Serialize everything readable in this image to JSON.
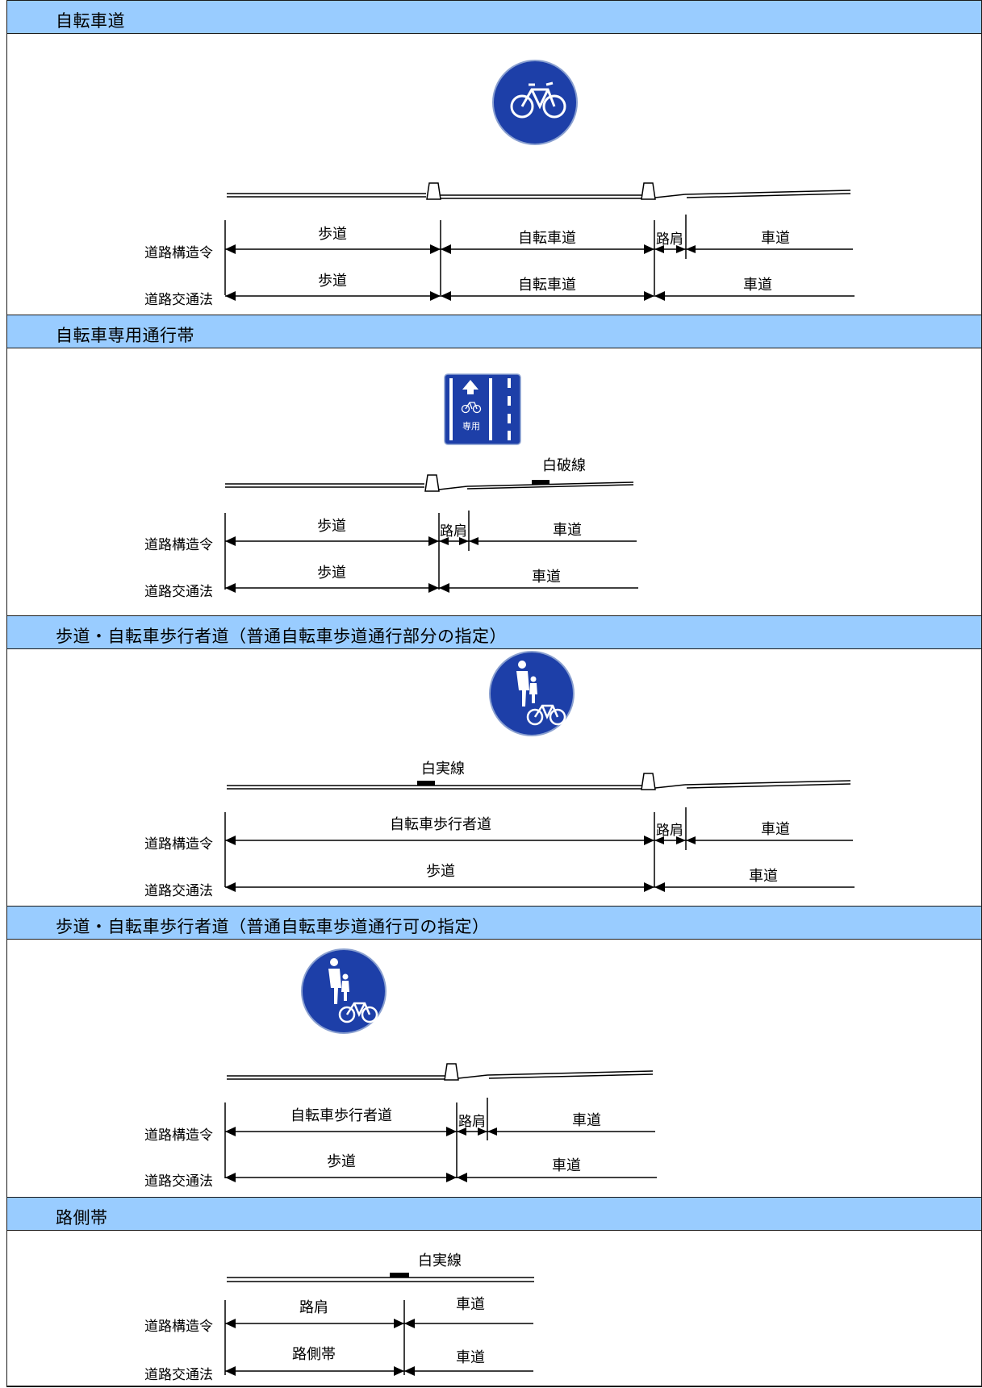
{
  "sections": [
    {
      "title": "自転車道"
    },
    {
      "title": "自転車専用通行帯"
    },
    {
      "title": "歩道・自転車歩行者道（普通自転車歩道通行部分の指定）"
    },
    {
      "title": "歩道・自転車歩行者道（普通自転車歩道通行可の指定）"
    },
    {
      "title": "路側帯"
    }
  ],
  "row_labels": {
    "structure_order": "道路構造令",
    "traffic_law": "道路交通法"
  },
  "labels": {
    "sidewalk": "歩道",
    "bicycle_road": "自転車道",
    "shoulder": "路肩",
    "roadway": "車道",
    "bike_ped_road": "自転車歩行者道",
    "roadside_strip": "路側帯",
    "white_dashed": "白破線",
    "white_solid": "白実線",
    "exclusive": "専用"
  },
  "colors": {
    "header_bg": "#99ccff",
    "sign_blue": "#1d3fa8",
    "line": "#000000"
  }
}
